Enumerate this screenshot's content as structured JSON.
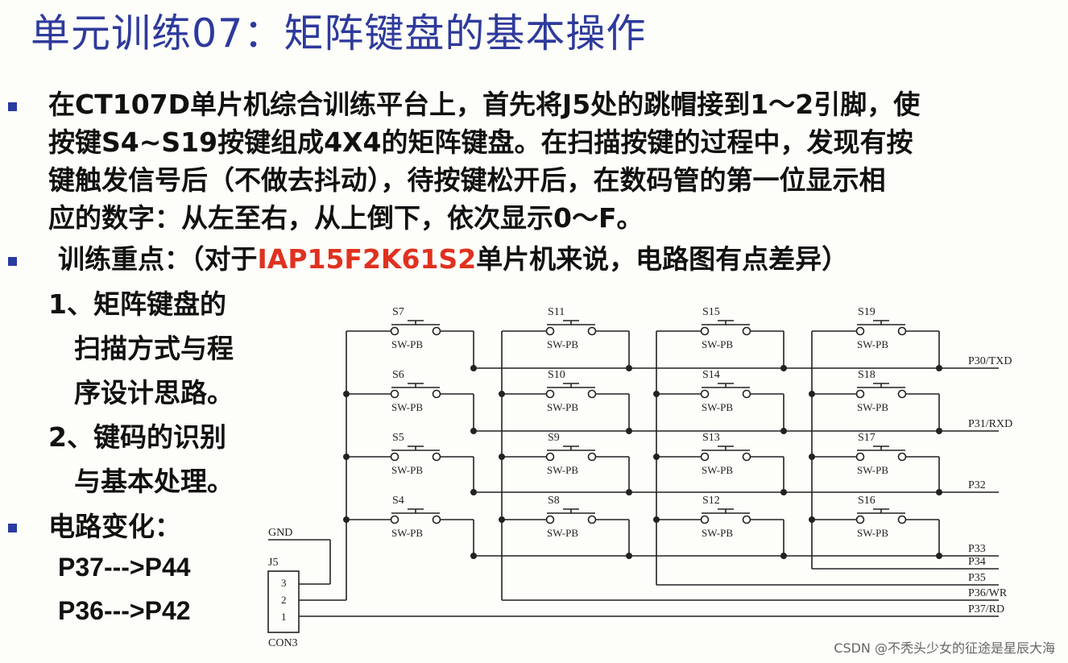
{
  "title": "单元训练07：矩阵键盘的基本操作",
  "para1": {
    "lines": [
      [
        "在",
        "CT107D",
        "单片机综合训练平台上，首先将",
        "J5",
        "处的跳帽接到",
        "1～2",
        "引脚，使"
      ],
      [
        "按键",
        "S4~S19",
        "按键组成",
        "4X4",
        "的矩阵键盘。在扫描按键的过程中，发现有按"
      ],
      [
        "键触发信号后（不做去抖动），待按键松开后，在数码管的第一位显示相"
      ],
      [
        "应的数字：从左至右，从上倒下，依次显示",
        "0～F",
        "。"
      ]
    ]
  },
  "para2": {
    "prefix": "训练重点：（对于",
    "highlight": "IAP15F2K61S2",
    "suffix": "单片机来说，电路图有点差异）"
  },
  "points": [
    "1、矩阵键盘的",
    "扫描方式与程",
    "序设计思路。",
    "2、键码的识别",
    "与基本处理。"
  ],
  "circuit_change": {
    "label": "电路变化：",
    "lines": [
      "P37--->P44",
      "P36--->P42"
    ]
  },
  "schematic": {
    "switches": [
      [
        "S7",
        "S11",
        "S15",
        "S19"
      ],
      [
        "S6",
        "S10",
        "S14",
        "S18"
      ],
      [
        "S5",
        "S9",
        "S13",
        "S17"
      ],
      [
        "S4",
        "S8",
        "S12",
        "S16"
      ]
    ],
    "switch_type": "SW-PB",
    "row_pins": [
      "P30/TXD",
      "P31/RXD",
      "P32",
      "P33"
    ],
    "col_pins": [
      "P34",
      "P35",
      "P36/WR",
      "P37/RD"
    ],
    "gnd": "GND",
    "jumper": "J5",
    "jumper_pins": [
      "3",
      "2",
      "1"
    ],
    "connector": "CON3"
  },
  "watermark": "CSDN @不秃头少女的征途是星辰大海",
  "colors": {
    "title": "#2e3a9c",
    "bullet": "#2b3aa0",
    "highlight": "#e0311f"
  }
}
